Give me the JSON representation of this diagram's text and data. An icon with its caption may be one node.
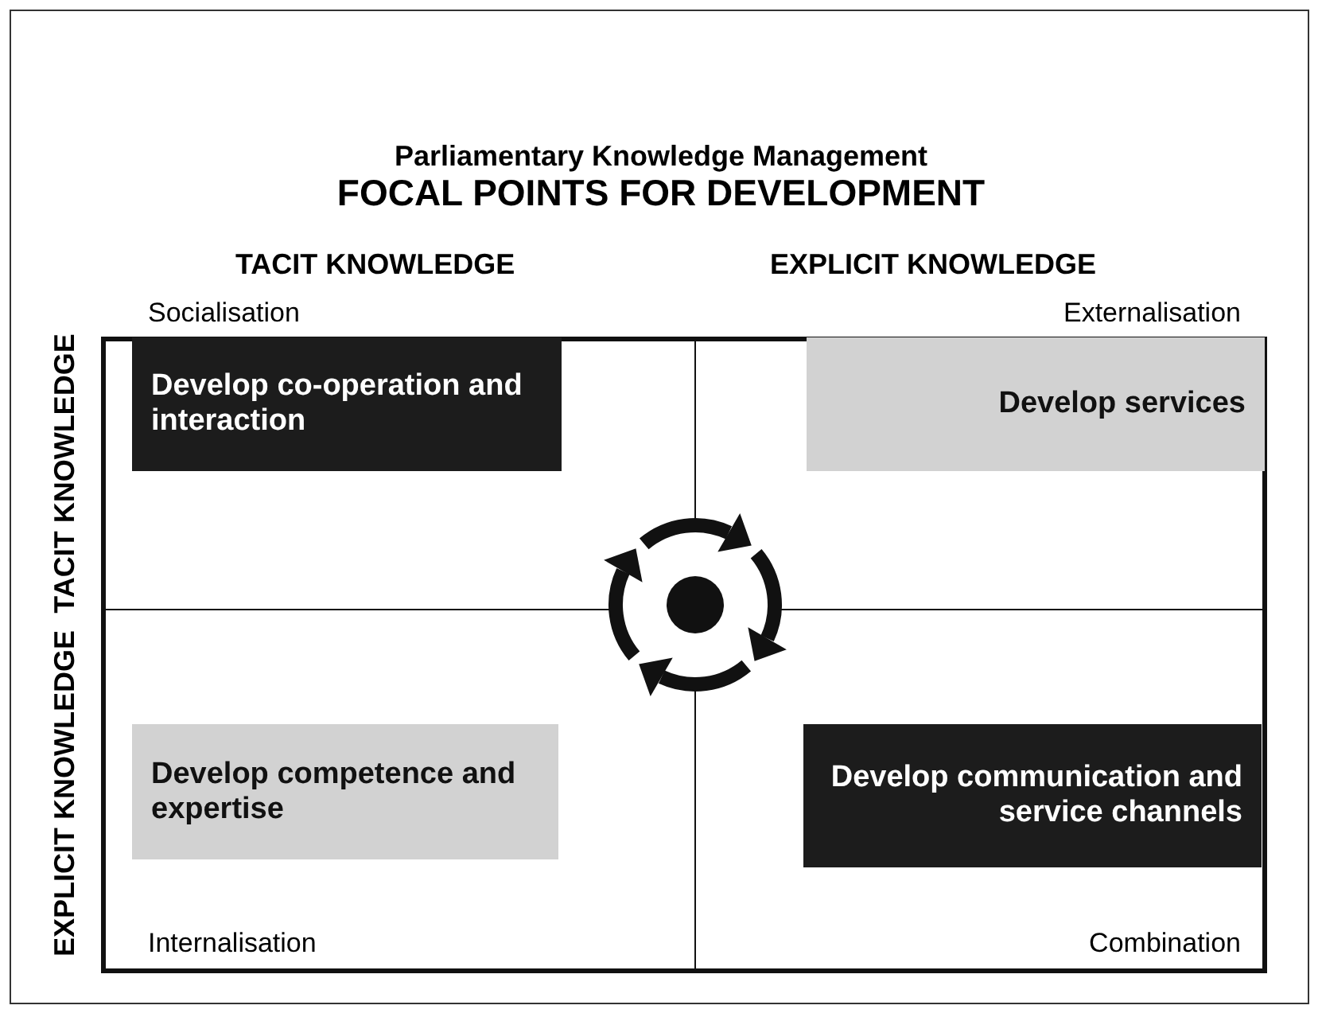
{
  "diagram": {
    "title": "Parliamentary Knowledge Management",
    "nodes": [
      {
        "text": [
          "Develop co-operation and interaction"
        ]
      },
      {
        "text": [
          "Develop services"
        ]
      },
      {
        "text": [
          "Develop competence and expertise"
        ]
      },
      {
        "text": [
          "Develop communication and service channels"
        ]
      }
    ],
    "edges": [],
    "labels": [
      "FOCAL POINTS FOR DEVELOPMENT",
      "TACIT KNOWLEDGE",
      "EXPLICIT KNOWLEDGE",
      "TACIT KNOWLEDGE",
      "EXPLICIT KNOWLEDGE",
      "Socialisation",
      "Externalisation",
      "Internalisation",
      "Combination"
    ]
  }
}
